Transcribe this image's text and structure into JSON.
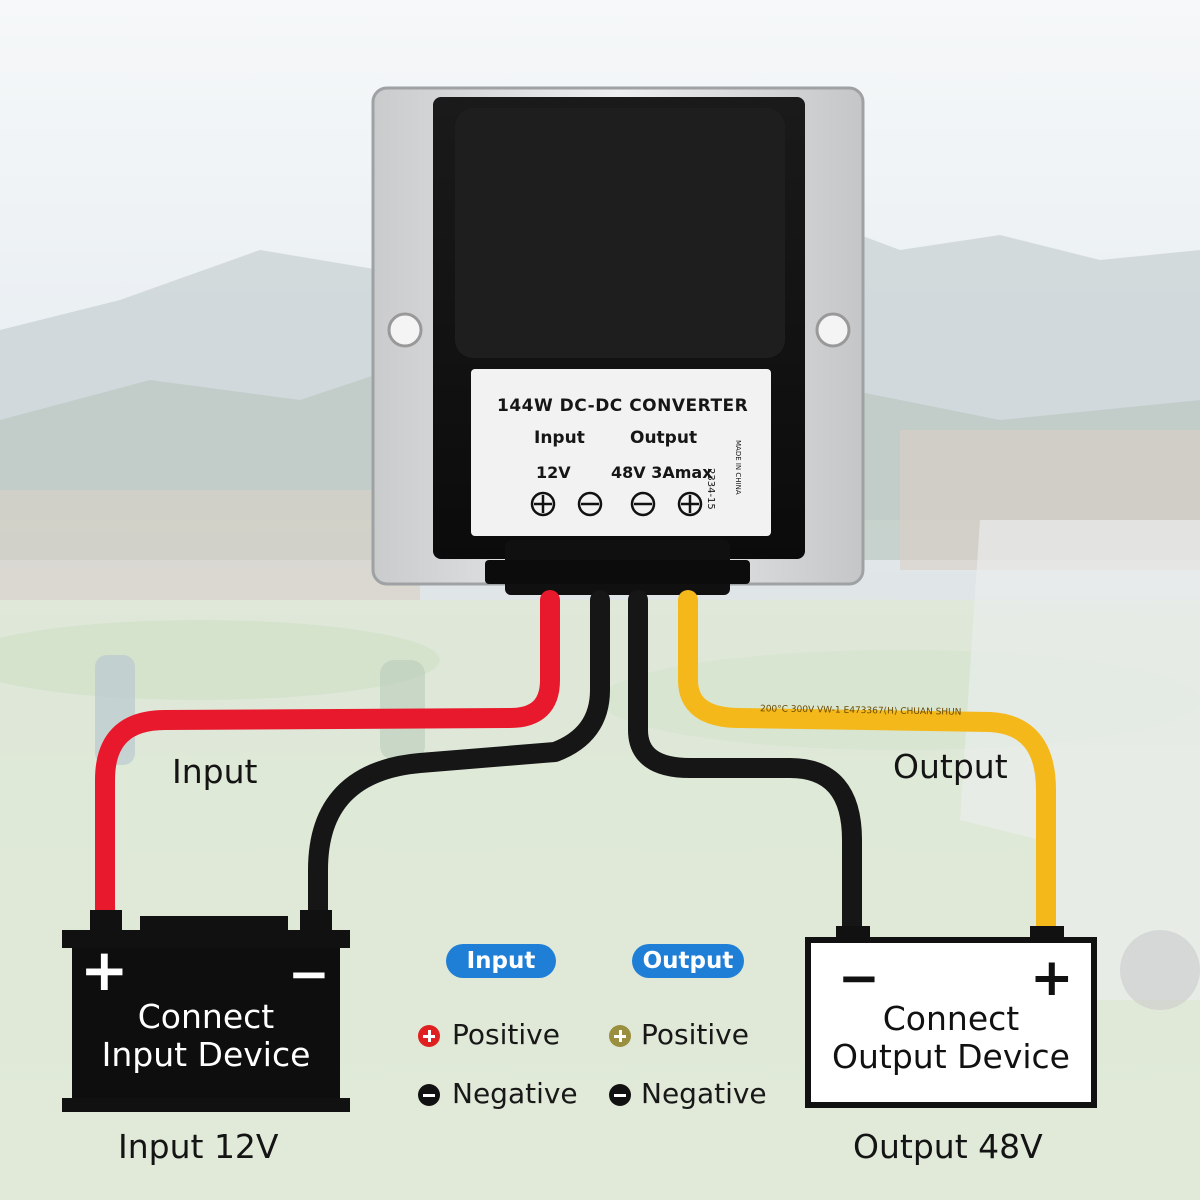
{
  "label": {
    "title": "144W DC-DC CONVERTER",
    "input_header": "Input",
    "output_header": "Output",
    "input_value": "12V",
    "output_value": "48V 3Amax",
    "side_code": "2334-15",
    "side_made": "MADE IN CHINA"
  },
  "wire_print": "200°C 300V VW-1 E473367(H) CHUAN SHUN",
  "callouts": {
    "input": "Input",
    "output": "Output"
  },
  "legend": {
    "input_pill": "Input",
    "output_pill": "Output",
    "input_positive": "Positive",
    "input_negative": "Negative",
    "output_positive": "Positive",
    "output_negative": "Negative"
  },
  "batteries": {
    "input": {
      "plus": "+",
      "minus": "−",
      "line1": "Connect",
      "line2": "Input Device"
    },
    "output": {
      "plus": "+",
      "minus": "−",
      "line1": "Connect",
      "line2": "Output Device"
    }
  },
  "captions": {
    "input": "Input 12V",
    "output": "Output 48V"
  },
  "colors": {
    "red_wire": "#e8192c",
    "black_wire": "#161616",
    "yellow_wire": "#f4b81a",
    "pill": "#1f7fd6",
    "positive_input_dot": "#e02020",
    "positive_output_dot": "#9a8f3e"
  },
  "icons": [
    "plus-circle-icon",
    "minus-circle-icon"
  ]
}
